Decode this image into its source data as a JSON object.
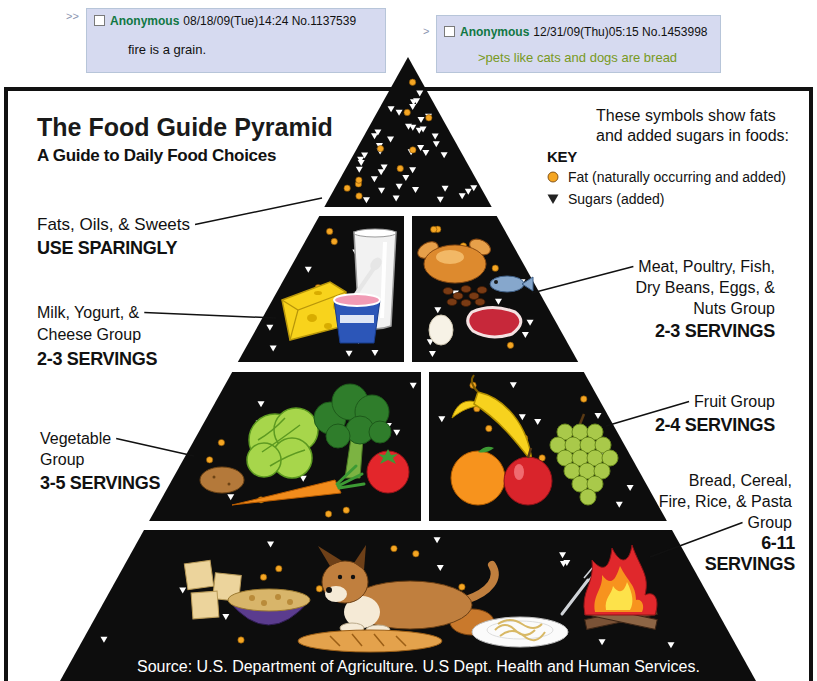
{
  "diagram": {
    "title": "The Food Guide Pyramid",
    "caption": "Source: U.S. Department of Agriculture. U.S Dept. Health and Human Services.",
    "nodes": [
      {
        "text": [
          "Anonymous",
          "08/18/09(Tue)14:24 No.1137539",
          "fire is a grain."
        ]
      },
      {
        "text": [
          "Anonymous",
          "12/31/09(Thu)05:15 No.1453998",
          ">pets like cats and dogs are bread"
        ]
      }
    ],
    "labels": [
      ">>",
      ">",
      "A Guide to Daily Food Choices",
      "These symbols show fats and added sugars in foods:",
      "KEY",
      "Fats, Oils, & Sweets",
      "USE SPARINGLY",
      "Milk, Yogurt, & Cheese Group",
      "2-3 SERVINGS",
      "Meat, Poultry, Fish, Dry Beans, Eggs, & Nuts Group",
      "2-3 SERVINGS",
      "Vegetable Group",
      "3-5 SERVINGS",
      "Fruit Group",
      "2-4 SERVINGS",
      "Bread, Cereal, Fire, Rice, & Pasta Group",
      "6-11 SERVINGS"
    ],
    "legend": [
      {
        "text": "Fat (naturally occurring and added)",
        "color": "#f5a623"
      },
      {
        "text": "Sugars (added)"
      }
    ]
  }
}
